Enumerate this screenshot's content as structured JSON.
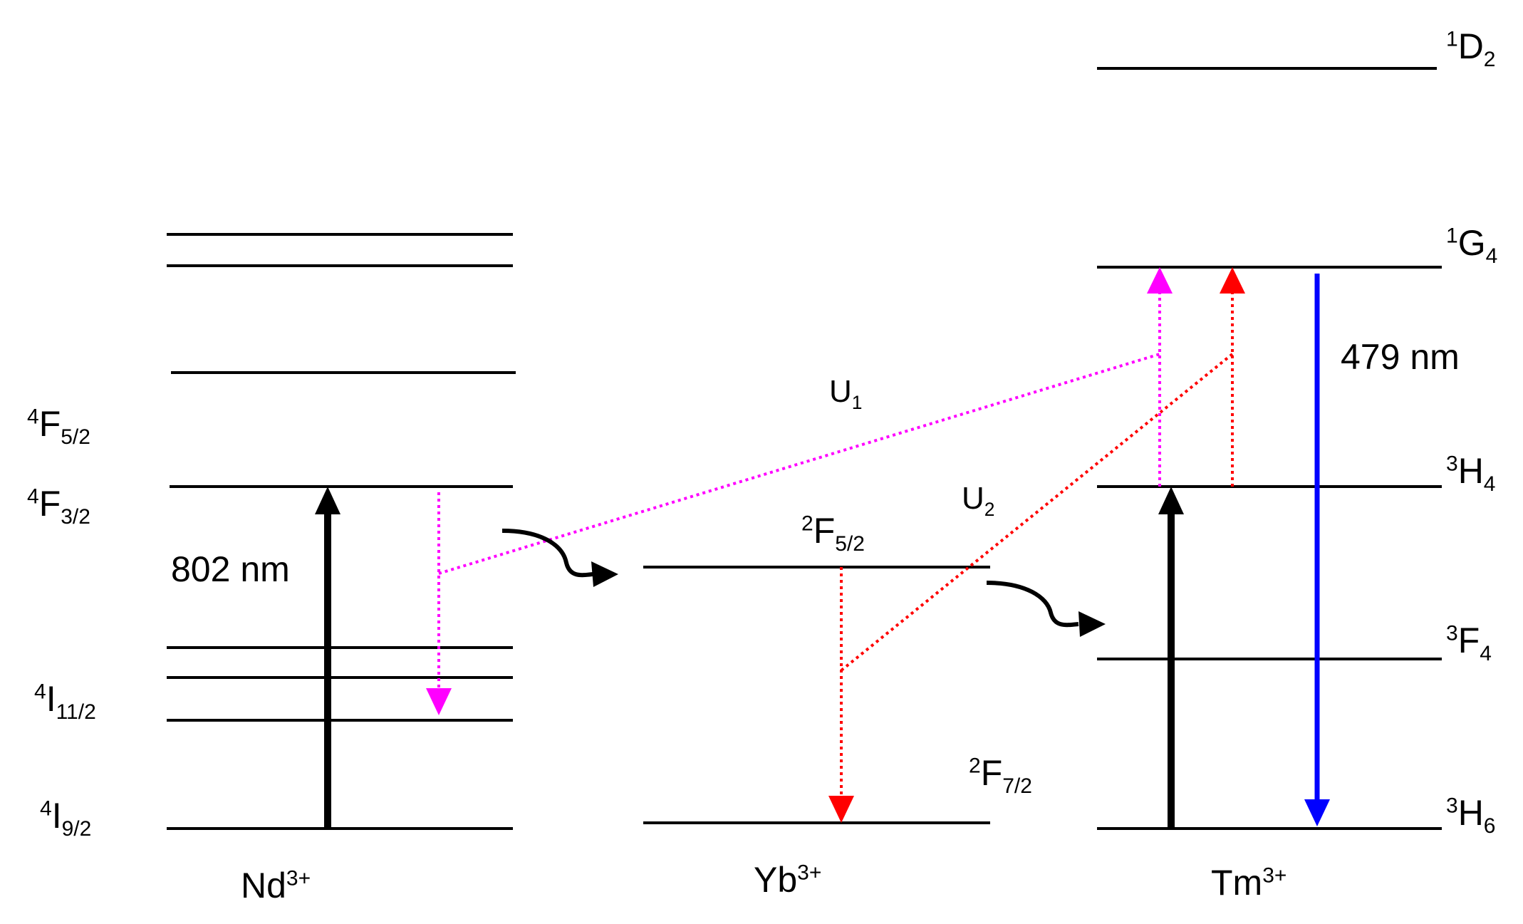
{
  "ions": {
    "nd": {
      "symbol": "Nd",
      "charge": "3+"
    },
    "yb": {
      "symbol": "Yb",
      "charge": "3+"
    },
    "tm": {
      "symbol": "Tm",
      "charge": "3+"
    }
  },
  "levels": {
    "nd_4f52": {
      "pre": "4",
      "main": "F",
      "sub": "5/2"
    },
    "nd_4f32": {
      "pre": "4",
      "main": "F",
      "sub": "3/2"
    },
    "nd_4i112": {
      "pre": "4",
      "main": "I",
      "sub": "11/2"
    },
    "nd_4i92": {
      "pre": "4",
      "main": "I",
      "sub": "9/2"
    },
    "yb_2f52": {
      "pre": "2",
      "main": "F",
      "sub": "5/2"
    },
    "yb_2f72": {
      "pre": "2",
      "main": "F",
      "sub": "7/2"
    },
    "tm_1d2": {
      "pre": "1",
      "main": "D",
      "sub": "2"
    },
    "tm_1g4": {
      "pre": "1",
      "main": "G",
      "sub": "4"
    },
    "tm_3h4": {
      "pre": "3",
      "main": "H",
      "sub": "4"
    },
    "tm_3f4": {
      "pre": "3",
      "main": "F",
      "sub": "4"
    },
    "tm_3h6": {
      "pre": "3",
      "main": "H",
      "sub": "6"
    }
  },
  "transitions": {
    "excitation": {
      "label": "802 nm"
    },
    "emission": {
      "label": "479 nm"
    },
    "u1": {
      "main": "U",
      "sub": "1"
    },
    "u2": {
      "main": "U",
      "sub": "2"
    }
  },
  "colors": {
    "level_line": "#000000",
    "pump_arrow": "#000000",
    "u1_transfer": "#ff00ff",
    "u2_transfer": "#ff0000",
    "emission_arrow": "#0000ff"
  }
}
